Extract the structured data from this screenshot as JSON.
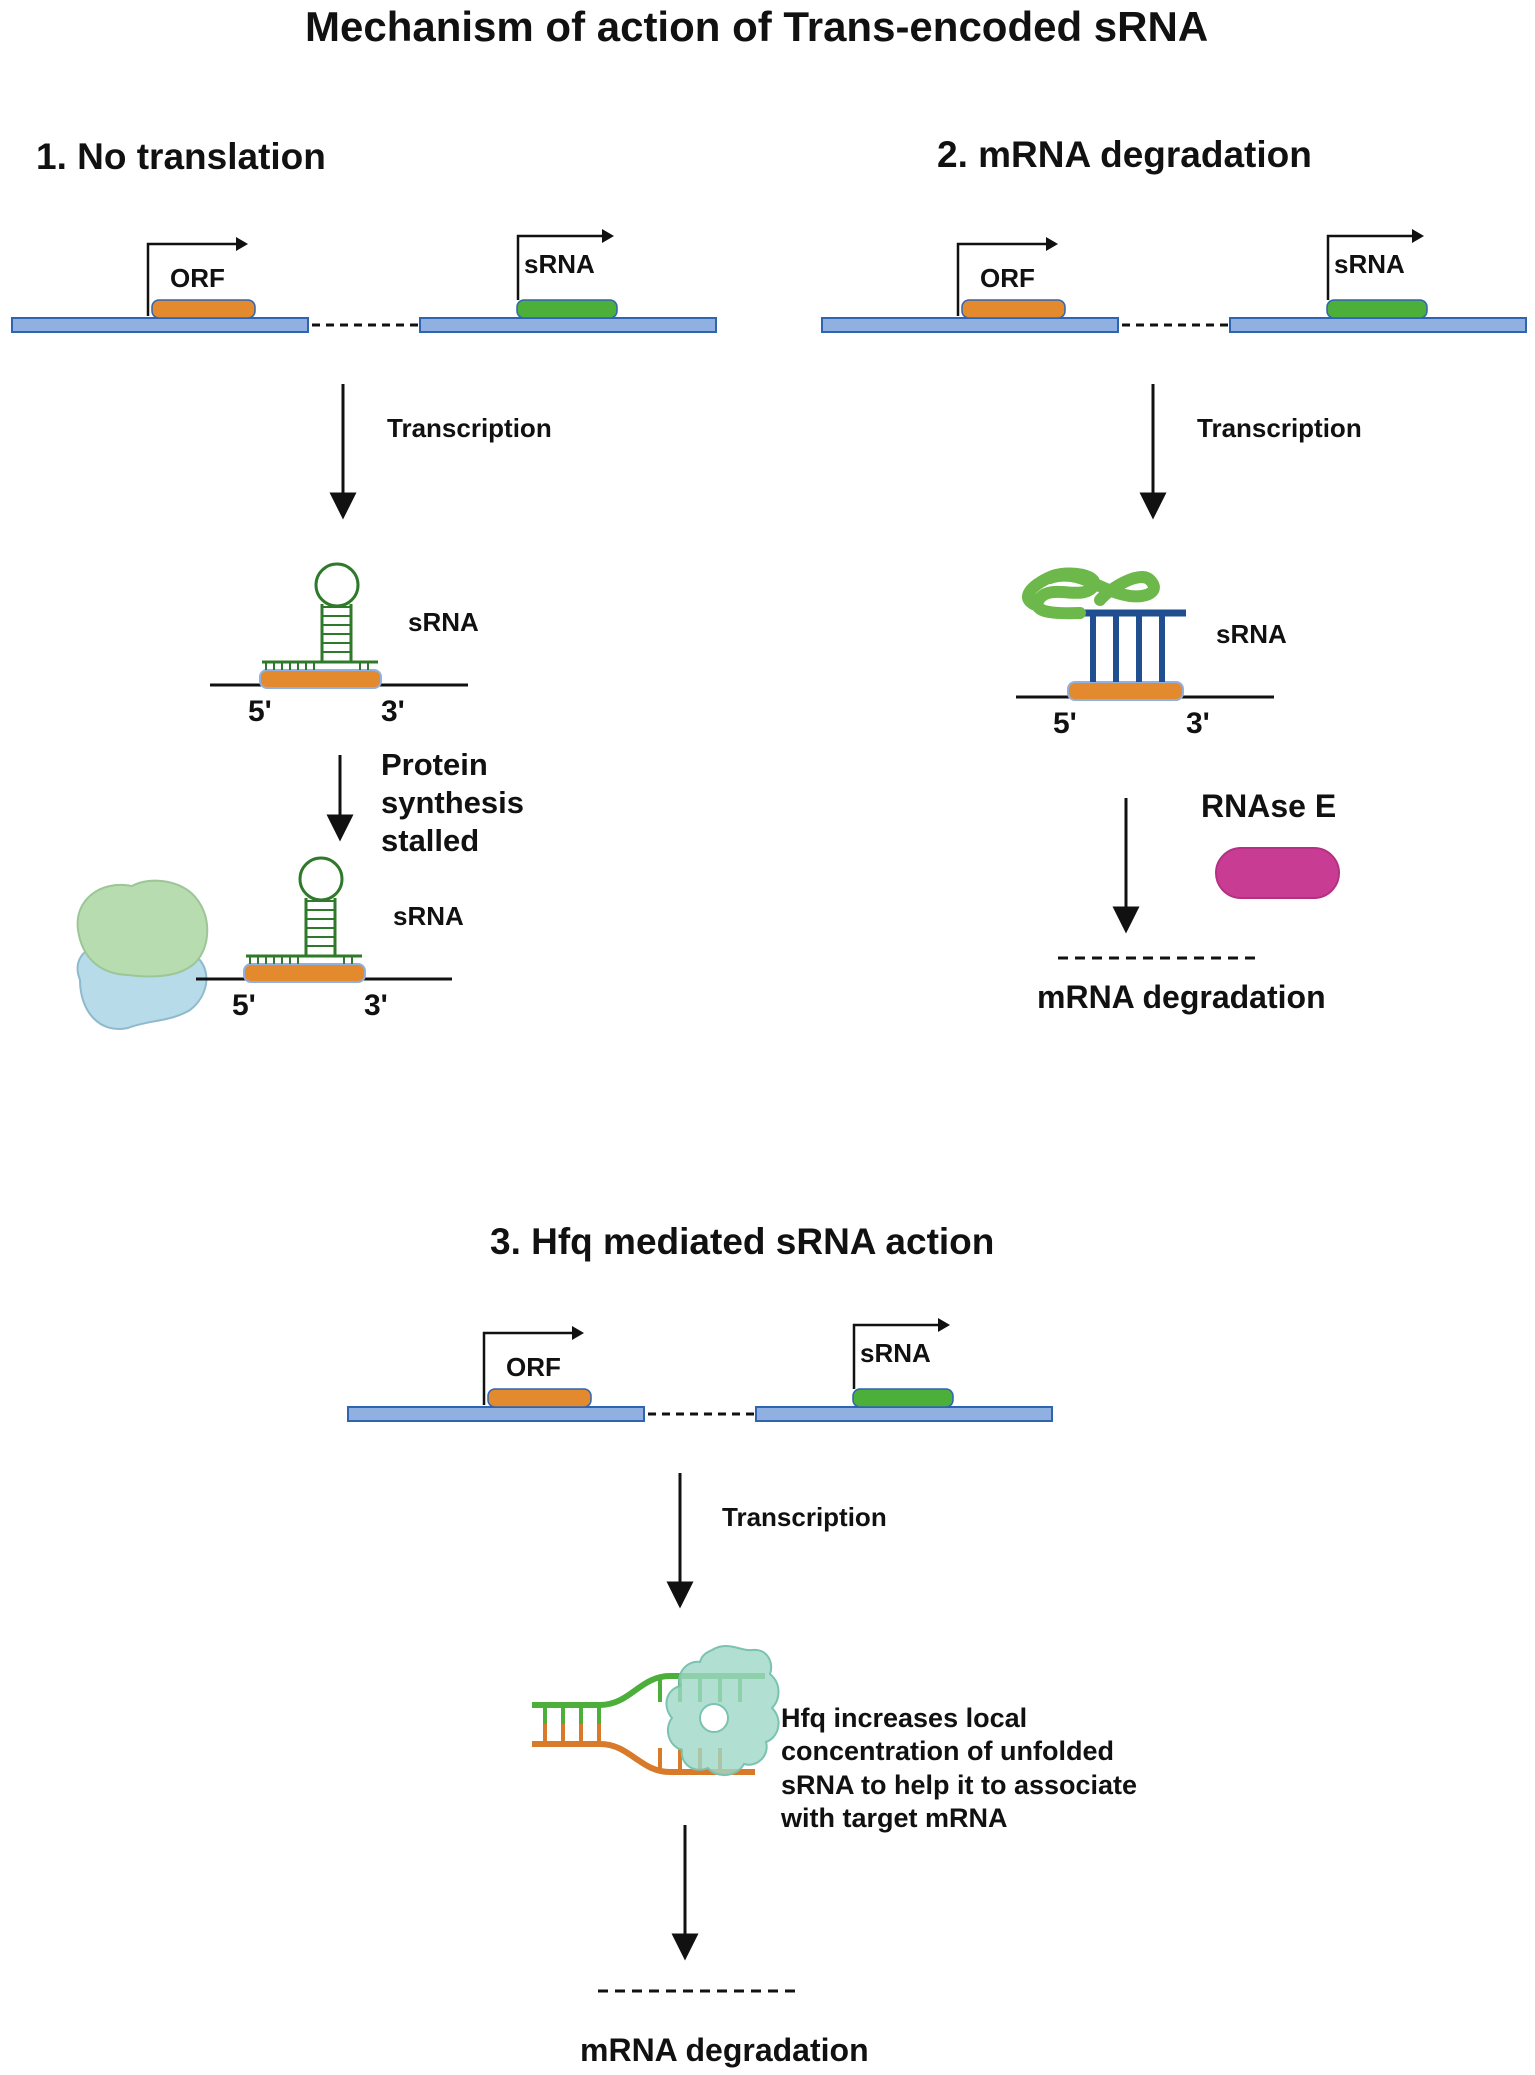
{
  "title": "Mechanism of action of Trans-encoded sRNA",
  "colors": {
    "dna_fill": "#8fb0e0",
    "dna_stroke": "#2f64b0",
    "orf": "#e48a2e",
    "srna_gene": "#4caf3a",
    "stem": "#2f7a2a",
    "rnase": "#c93c94",
    "ribo_large": "#b7dcb0",
    "ribo_small": "#b8dbea",
    "hfq": "#9ed8c8",
    "duplex_blue": "#1f4f8f"
  },
  "panel1": {
    "heading": "1.  No translation",
    "orf_label": "ORF",
    "srna_label": "sRNA",
    "step1": "Transcription",
    "complex_label": "sRNA",
    "five_prime": "5'",
    "three_prime": "3'",
    "step2": "Protein synthesis stalled",
    "complex2_label": "sRNA",
    "five_prime_2": "5'",
    "three_prime_2": "3'"
  },
  "panel2": {
    "heading": "2. mRNA degradation",
    "orf_label": "ORF",
    "srna_label": "sRNA",
    "step1": "Transcription",
    "complex_label": "sRNA",
    "five_prime": "5'",
    "three_prime": "3'",
    "enzyme_label": "RNAse E",
    "result": "mRNA degradation"
  },
  "panel3": {
    "heading": "3. Hfq mediated sRNA action",
    "orf_label": "ORF",
    "srna_label": "sRNA",
    "step1": "Transcription",
    "hfq_note": "Hfq  increases local concentration of unfolded sRNA to help it to associate with target mRNA",
    "result": "mRNA degradation"
  }
}
